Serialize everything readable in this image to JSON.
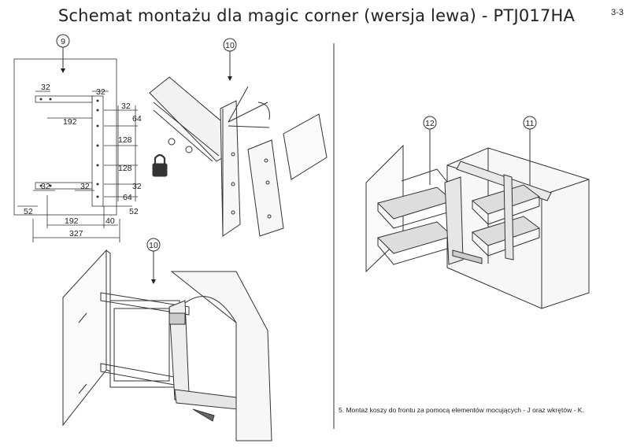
{
  "title": "Schemat montażu dla magic corner (wersja lewa) - PTJ017HA",
  "page_number": "3-3",
  "caption": "5. Montaż koszy do frontu za pomocą elementów mocujących - J oraz wkrętów - K.",
  "callouts": {
    "panel_drawing": "9",
    "bracket_detail": "10",
    "front_install": "10",
    "right_unit": "11",
    "left_unit": "12"
  },
  "dimensions": {
    "top_left_32": "32",
    "top_right_32": "32",
    "right_32_a": "32",
    "right_64_a": "64",
    "width_192_top": "192",
    "height_128_a": "128",
    "height_128_b": "128",
    "bottom_left_32": "32",
    "bottom_mid_32": "32",
    "right_32_b": "32",
    "right_64_b": "64",
    "left_52": "52",
    "right_52": "52",
    "width_192_bottom": "192",
    "offset_40": "40",
    "total_327": "327"
  }
}
